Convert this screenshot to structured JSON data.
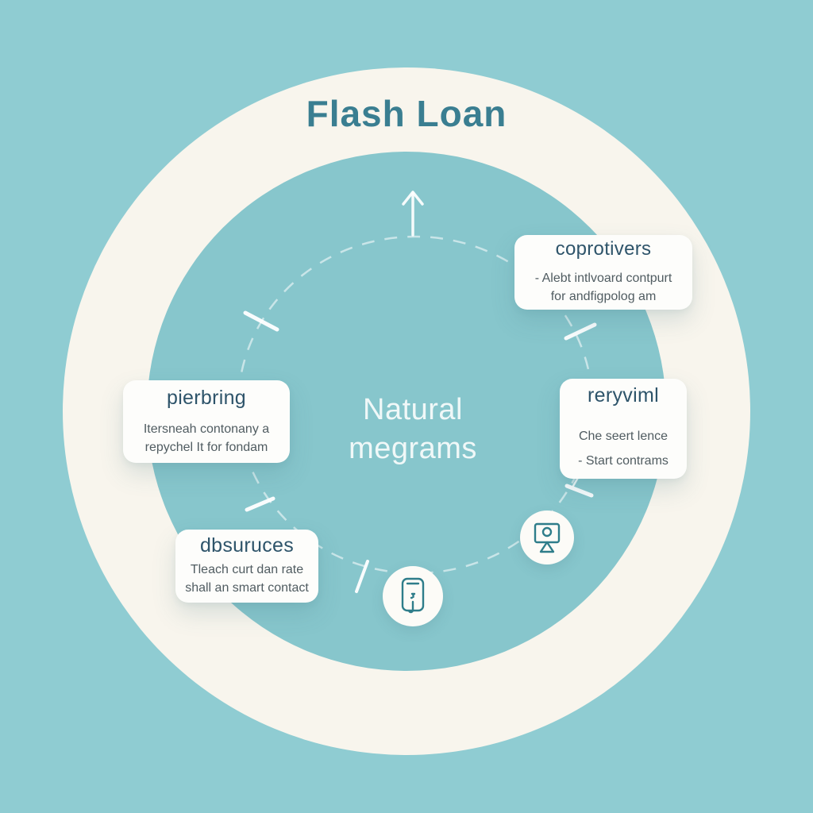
{
  "title": "Flash Loan",
  "center": {
    "line_1": "Natural",
    "line_2": "megrams"
  },
  "nodes": [
    {
      "title": "coprotivers",
      "body_line_1": "- Alebt intlvoard contpurt",
      "body_line_2": "for andfigpolog am"
    },
    {
      "title": "pierbring",
      "body_line_1": "Itersneah contonany a",
      "body_line_2": "repychel It for fondam"
    },
    {
      "title": "reryviml",
      "body_line_1": "Che seert lence",
      "body_line_2": "- Start contrams"
    },
    {
      "title": "dbsuruces",
      "body_line_1": "Tleach curt dan rate",
      "body_line_2": "shall an smart contact"
    }
  ],
  "icons": [
    {
      "name": "smartphone-icon"
    },
    {
      "name": "presentation-screen-icon"
    }
  ],
  "colors": {
    "background": "#8fccd2",
    "ring": "#f8f5ed",
    "inner_circle": "#87c6cc",
    "title_text": "#3a7e91",
    "node_bg": "#fdfdfb",
    "node_title": "#2e546a",
    "node_body": "#505c61",
    "center_text": "#f0f8f8",
    "icon_stroke": "#2e7d8a"
  }
}
